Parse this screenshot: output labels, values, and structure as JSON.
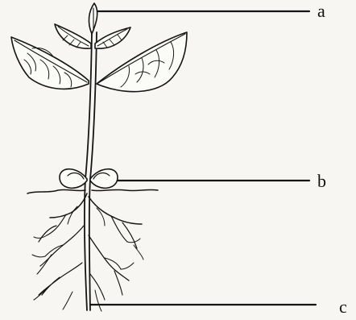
{
  "diagram": {
    "subject": "seedling-with-labelled-parts",
    "labels": [
      {
        "id": "a",
        "text": "a"
      },
      {
        "id": "b",
        "text": "b"
      },
      {
        "id": "c",
        "text": "c"
      }
    ],
    "colors": {
      "background": "#f7f6f2",
      "ink": "#151515"
    }
  }
}
